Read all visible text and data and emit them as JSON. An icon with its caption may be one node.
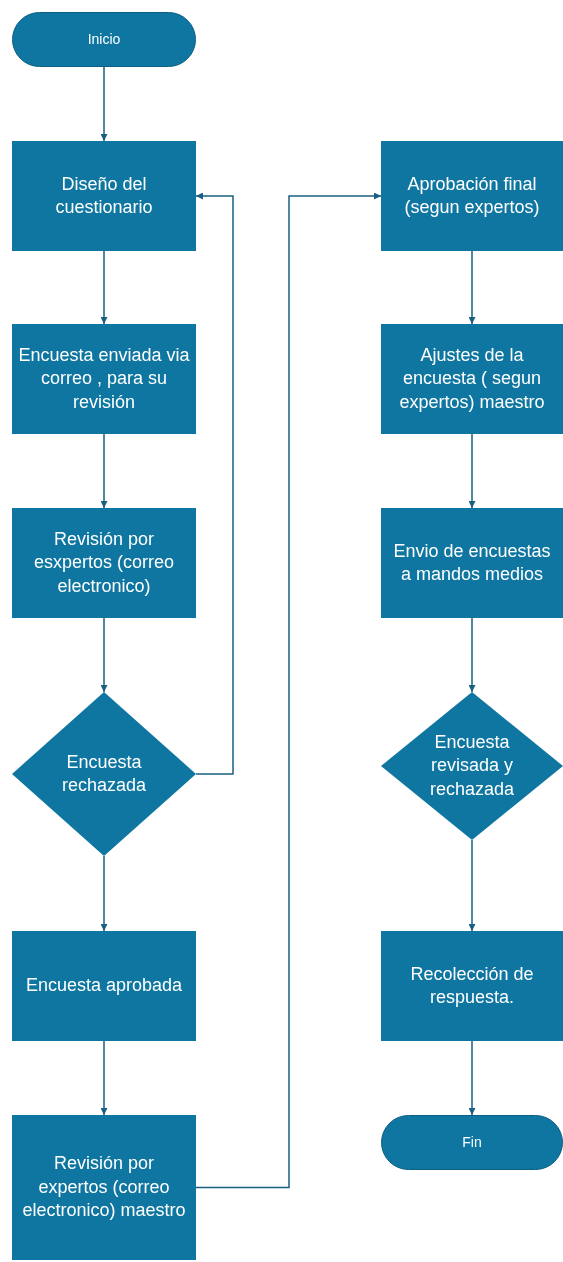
{
  "diagram": {
    "nodes": [
      {
        "text": [
          "Inicio"
        ]
      },
      {
        "text": [
          "Diseño del cuestionario"
        ]
      },
      {
        "text": [
          "Encuesta enviada via correo , para su revisión"
        ]
      },
      {
        "text": [
          "Revisión por esxpertos (correo electronico)"
        ]
      },
      {
        "text": [
          "Encuesta rechazada"
        ]
      },
      {
        "text": [
          "Encuesta aprobada"
        ]
      },
      {
        "text": [
          "Revisión por expertos (correo electronico) maestro"
        ]
      },
      {
        "text": [
          "Aprobación final (segun expertos)"
        ]
      },
      {
        "text": [
          "Ajustes de la encuesta ( segun expertos) maestro"
        ]
      },
      {
        "text": [
          "Envio de encuestas a mandos medios"
        ]
      },
      {
        "text": [
          "Encuesta revisada y rechazada"
        ]
      },
      {
        "text": [
          "Recolección de respuesta."
        ]
      },
      {
        "text": [
          "Fin"
        ]
      }
    ],
    "edges": [
      {
        "from": 0,
        "to": 1,
        "arrow": "to"
      },
      {
        "from": 1,
        "to": 2,
        "arrow": "to"
      },
      {
        "from": 2,
        "to": 3,
        "arrow": "to"
      },
      {
        "from": 3,
        "to": 4,
        "arrow": "to"
      },
      {
        "from": 4,
        "to": 1,
        "arrow": "to"
      },
      {
        "from": 4,
        "to": 5,
        "arrow": "to"
      },
      {
        "from": 5,
        "to": 6,
        "arrow": "to"
      },
      {
        "from": 6,
        "to": 7,
        "arrow": "to"
      },
      {
        "from": 7,
        "to": 8,
        "arrow": "to"
      },
      {
        "from": 8,
        "to": 9,
        "arrow": "to"
      },
      {
        "from": 9,
        "to": 10,
        "arrow": "to"
      },
      {
        "from": 10,
        "to": 11,
        "arrow": "to"
      },
      {
        "from": 11,
        "to": 12,
        "arrow": "to"
      }
    ]
  }
}
